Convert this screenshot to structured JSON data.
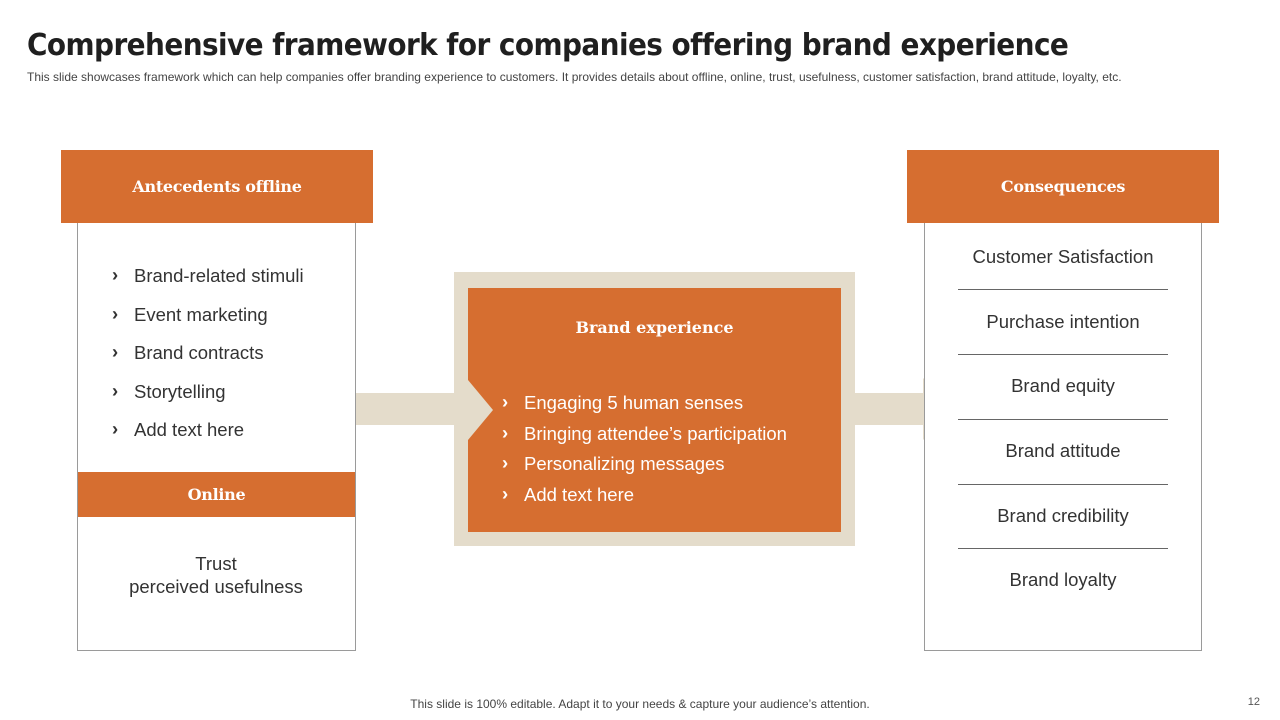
{
  "title": "Comprehensive framework for companies offering brand experience",
  "subtitle": "This slide showcases framework which can help companies offer branding experience to customers. It provides details about offline, online, trust, usefulness, customer satisfaction, brand attitude, loyalty, etc.",
  "left": {
    "heading": "Antecedents offline",
    "items": [
      "Brand-related stimuli",
      "Event marketing",
      "Brand contracts",
      "Storytelling",
      "Add text here"
    ],
    "online_heading": "Online",
    "online_lines": [
      "Trust",
      "perceived usefulness"
    ]
  },
  "center": {
    "heading": "Brand experience",
    "items": [
      "Engaging 5 human senses",
      "Bringing attendee’s participation",
      "Personalizing messages",
      "Add text here"
    ]
  },
  "right": {
    "heading": "Consequences",
    "items": [
      "Customer Satisfaction",
      "Purchase intention",
      "Brand equity",
      "Brand attitude",
      "Brand credibility",
      "Brand loyalty"
    ]
  },
  "footer": "This slide is 100% editable. Adapt it to your needs & capture your audience’s attention.",
  "page_number": "12",
  "colors": {
    "accent": "#d66e30",
    "beige": "#e4dccb",
    "border": "#9a9a9a"
  }
}
